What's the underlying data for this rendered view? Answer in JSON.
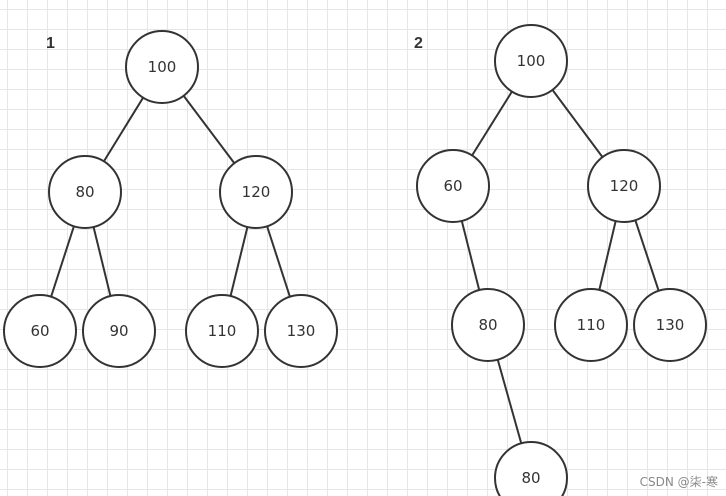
{
  "diagrams": [
    {
      "label": "1",
      "nodes": [
        {
          "id": "a",
          "value": "100"
        },
        {
          "id": "b",
          "value": "80"
        },
        {
          "id": "c",
          "value": "120"
        },
        {
          "id": "d",
          "value": "60"
        },
        {
          "id": "e",
          "value": "90"
        },
        {
          "id": "f",
          "value": "110"
        },
        {
          "id": "g",
          "value": "130"
        }
      ],
      "edges": [
        [
          "a",
          "b"
        ],
        [
          "a",
          "c"
        ],
        [
          "b",
          "d"
        ],
        [
          "b",
          "e"
        ],
        [
          "c",
          "f"
        ],
        [
          "c",
          "g"
        ]
      ]
    },
    {
      "label": "2",
      "nodes": [
        {
          "id": "a",
          "value": "100"
        },
        {
          "id": "b",
          "value": "60"
        },
        {
          "id": "c",
          "value": "120"
        },
        {
          "id": "d",
          "value": "80"
        },
        {
          "id": "e",
          "value": "110"
        },
        {
          "id": "f",
          "value": "130"
        },
        {
          "id": "g",
          "value": "80"
        }
      ],
      "edges": [
        [
          "a",
          "b"
        ],
        [
          "a",
          "c"
        ],
        [
          "b",
          "d"
        ],
        [
          "c",
          "e"
        ],
        [
          "c",
          "f"
        ],
        [
          "d",
          "g"
        ]
      ]
    }
  ],
  "watermark": "CSDN @柒-寒"
}
